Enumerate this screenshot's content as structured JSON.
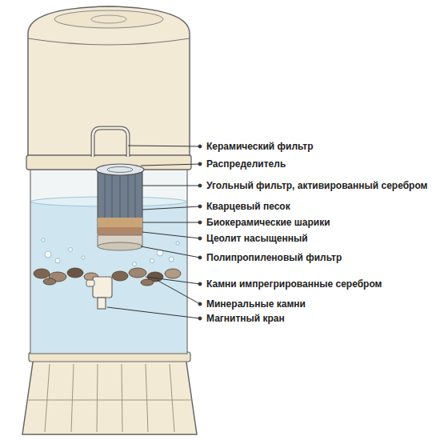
{
  "diagram": {
    "labels": [
      "Керамический фильтр",
      "Распределитель",
      "Угольный фильтр, активированный серебром",
      "Кварцевый песок",
      "Биокерамические шарики",
      "Цеолит насыщенный",
      "Полипропиленовый фильтр",
      "Камни импрегрированные серебром",
      "Минеральные камни",
      "Магнитный кран"
    ]
  }
}
